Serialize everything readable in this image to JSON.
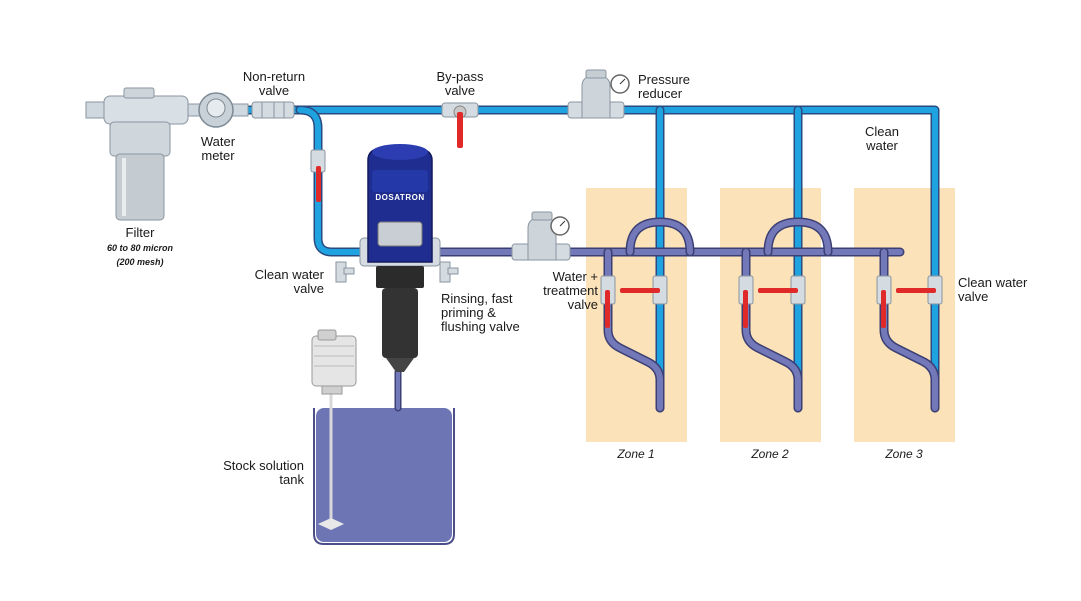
{
  "labels": {
    "filter": "Filter",
    "filter_micron": "60 to 80 micron",
    "filter_mesh": "(200 mesh)",
    "water_meter": "Water\nmeter",
    "non_return_valve": "Non-return\nvalve",
    "bypass_valve": "By-pass\nvalve",
    "pressure_reducer": "Pressure\nreducer",
    "clean_water": "Clean\nwater",
    "clean_water_valve_left": "Clean water\nvalve",
    "clean_water_valve_right": "Clean water\nvalve",
    "rinsing_valve": "Rinsing, fast\npriming &\nflushing valve",
    "water_treatment_valve": "Water +\ntreatment\nvalve",
    "stock_solution_tank": "Stock solution\ntank"
  },
  "zones": [
    "Zone 1",
    "Zone 2",
    "Zone 3"
  ],
  "brand": "DOSATRON",
  "colors": {
    "clean_water_pipe": "#1fa3e0",
    "treated_pipe": "#7378b8",
    "zone_background": "#fbe2b8",
    "valve_handle": "#e02a2a",
    "injector_blue": "#1e2d8f",
    "tank_solution": "#6e75b5"
  },
  "icons": [
    "filter-icon",
    "water-meter-icon",
    "pressure-gauge-icon",
    "mixer-motor-icon",
    "dosatron-injector-icon"
  ]
}
